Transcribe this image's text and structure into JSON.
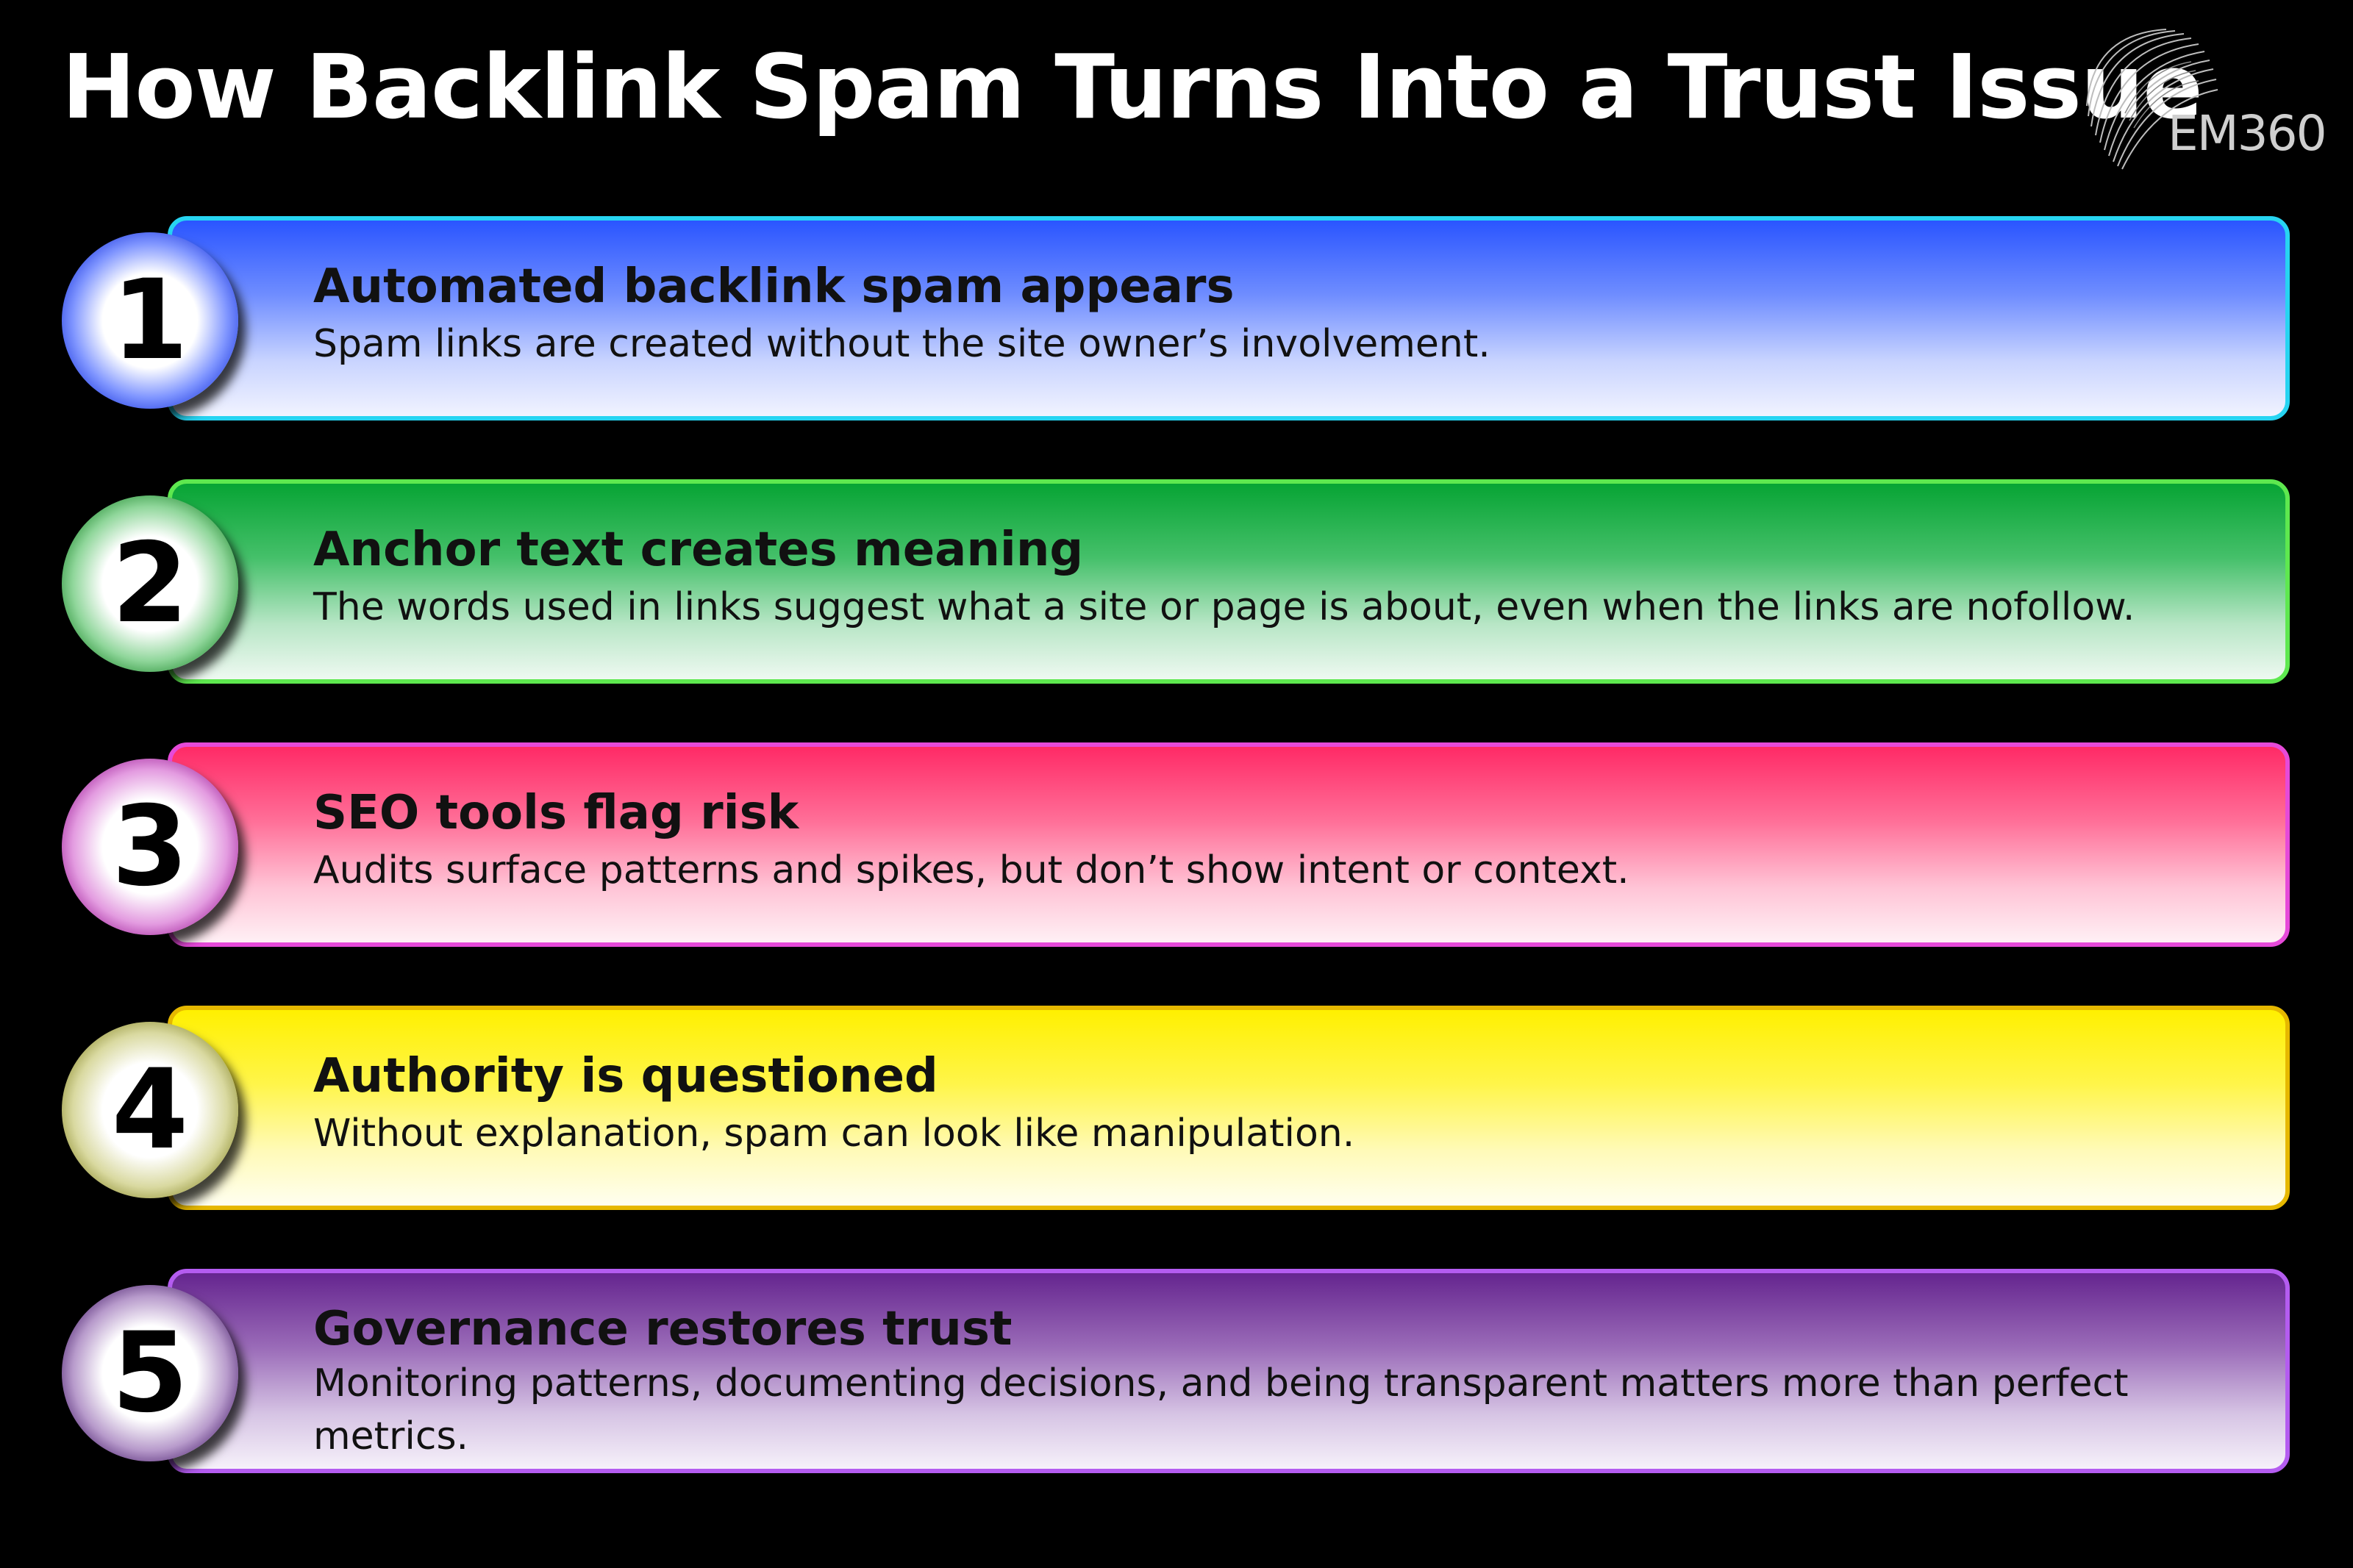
{
  "title": "How Backlink Spam Turns Into a Trust Issue",
  "logo": {
    "text": "EM360"
  },
  "steps": [
    {
      "number": "1",
      "title": "Automated backlink spam appears",
      "description": "Spam links are created without the site owner’s involvement.",
      "color": "#2d5cff",
      "border": "#27d4f2"
    },
    {
      "number": "2",
      "title": "Anchor text creates meaning",
      "description": "The words used in links suggest what a site or page is about, even when the links are nofollow.",
      "color": "#0aa63a",
      "border": "#5ee84f"
    },
    {
      "number": "3",
      "title": "SEO tools flag risk",
      "description": "Audits surface patterns and spikes, but don’t show intent or context.",
      "color": "#ff2a6b",
      "border": "#e64ad9"
    },
    {
      "number": "4",
      "title": "Authority is questioned",
      "description": "Without explanation, spam can look like manipulation.",
      "color": "#fff200",
      "border": "#e6b800"
    },
    {
      "number": "5",
      "title": "Governance restores trust",
      "description": "Monitoring patterns, documenting decisions, and being transparent matters more than perfect metrics.",
      "color": "#6a2a93",
      "border": "#b45cf0"
    }
  ]
}
